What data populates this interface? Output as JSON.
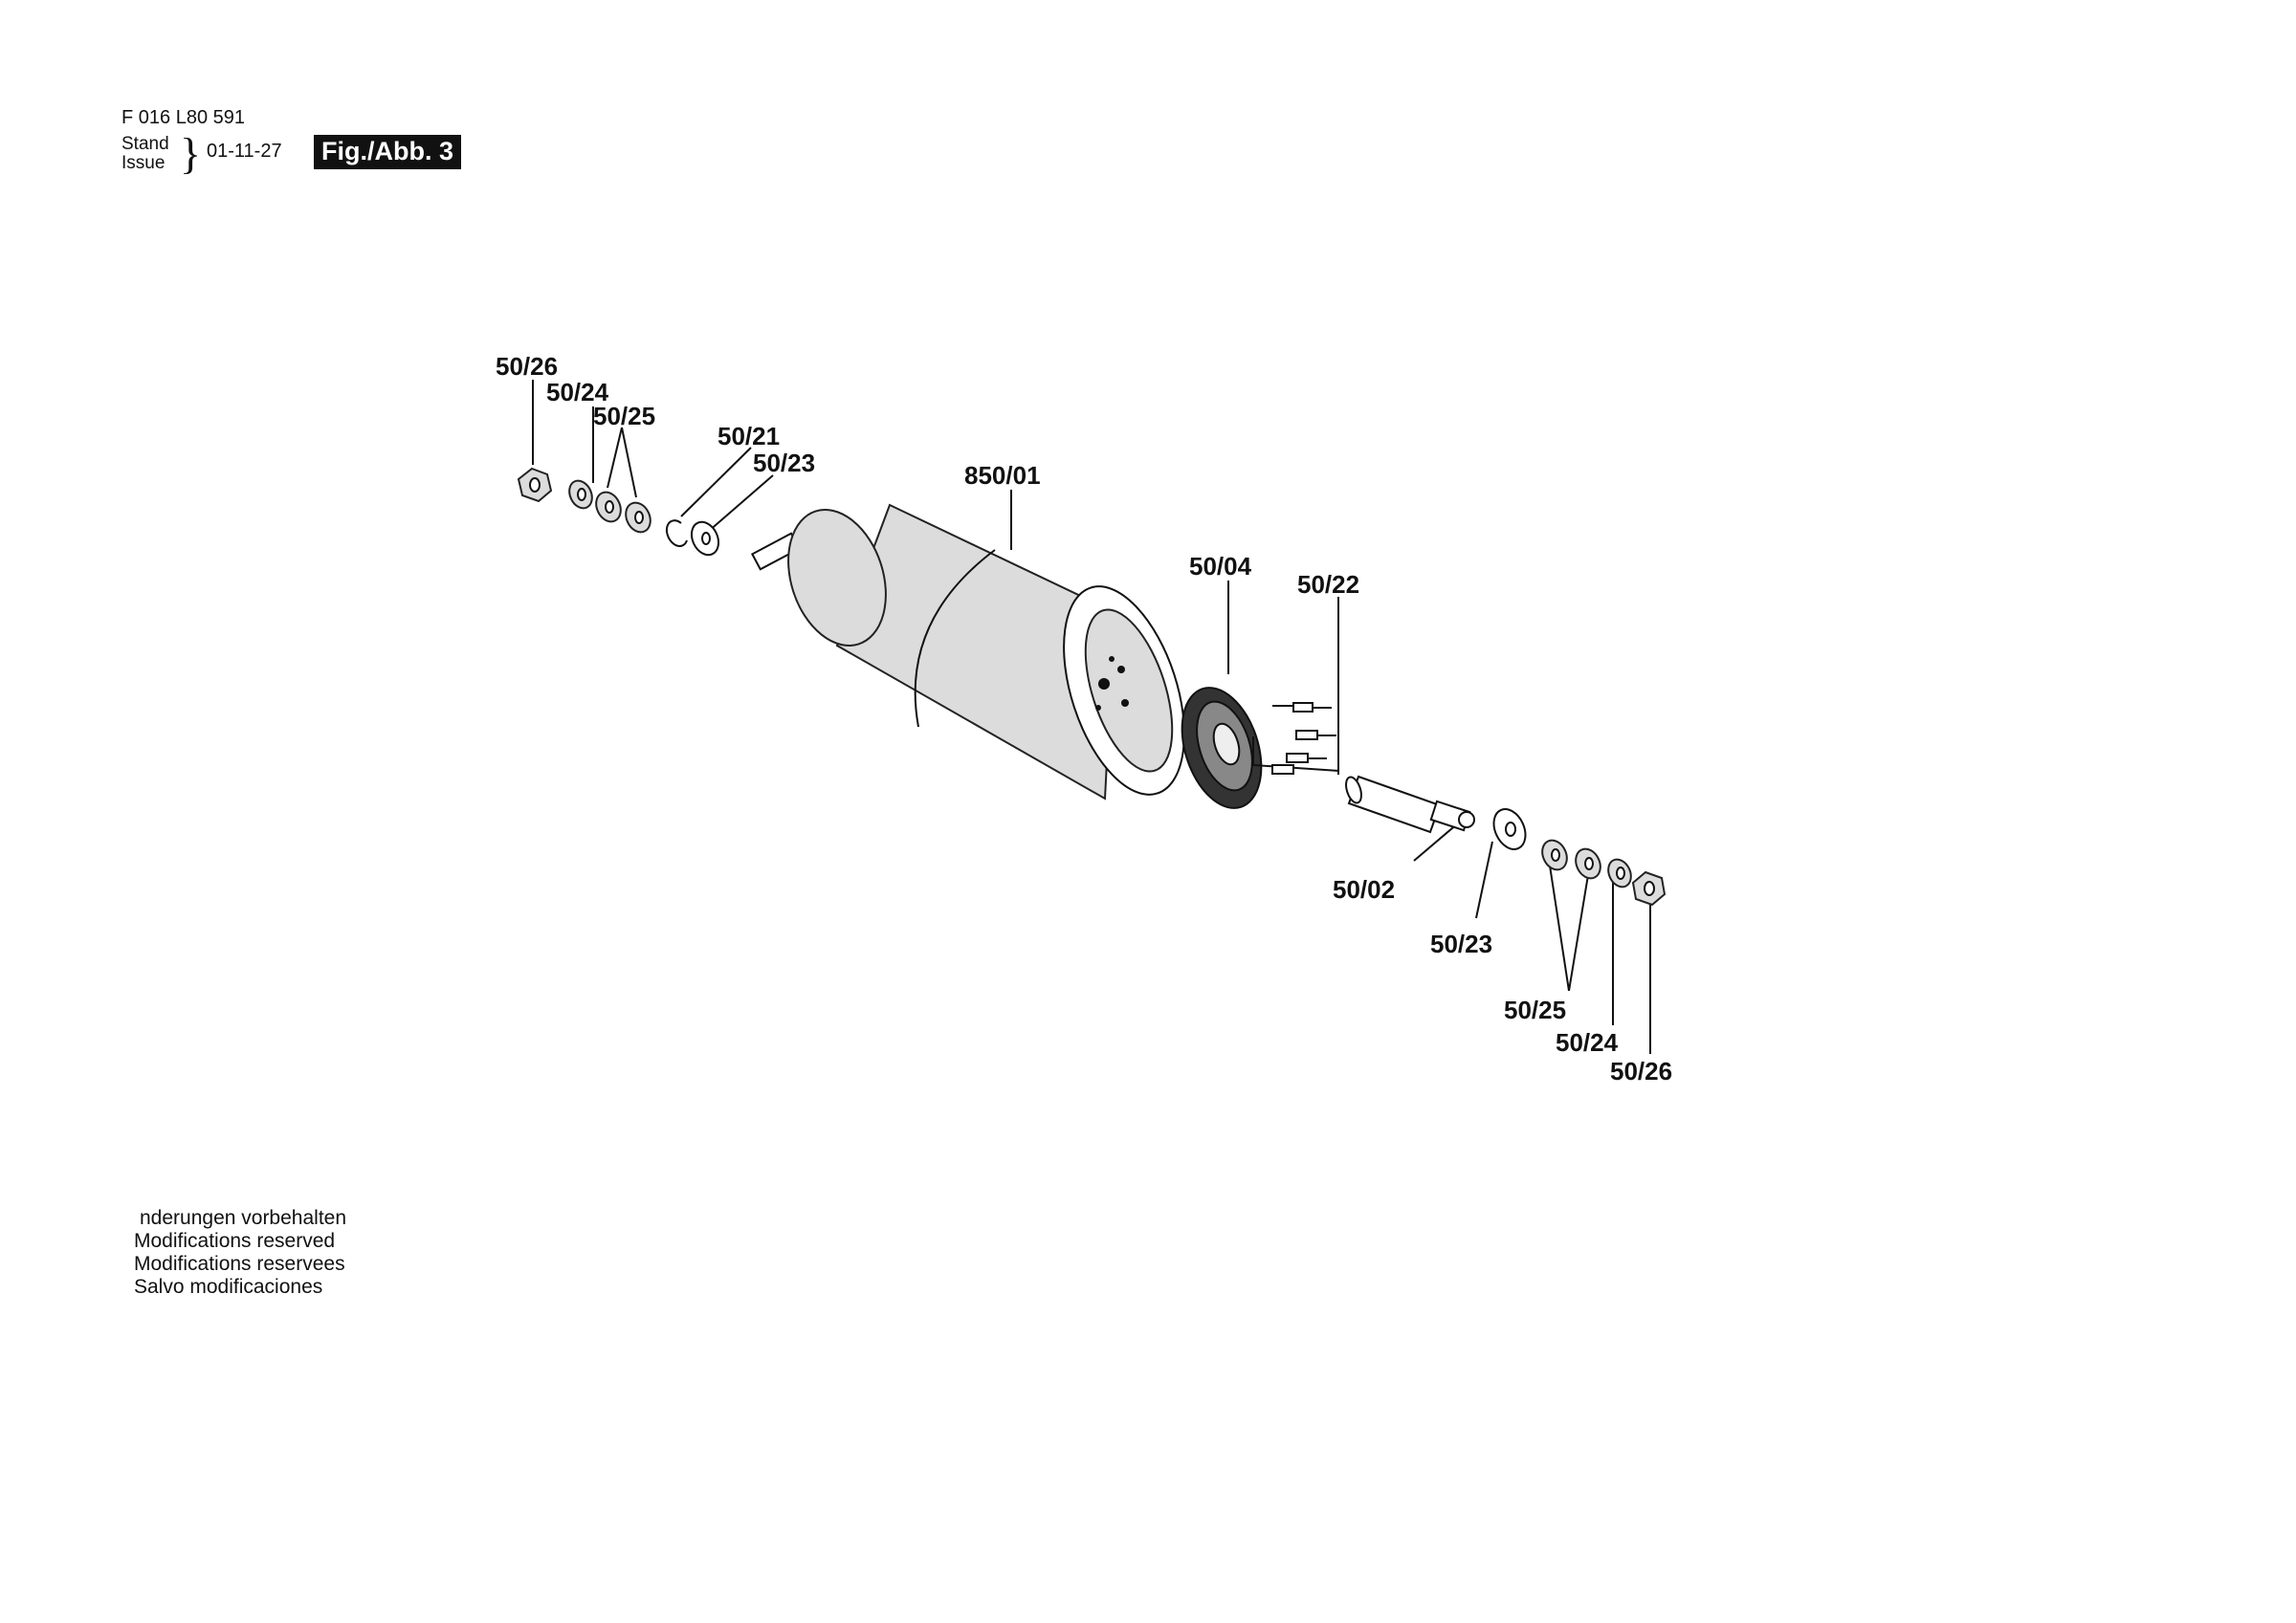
{
  "header": {
    "part_number": "F 016 L80 591",
    "stand_label": "Stand",
    "issue_label": "Issue",
    "brace": "}",
    "date": "01-11-27",
    "figure_label": "Fig./Abb. 3"
  },
  "diagram": {
    "labels": [
      "50/26",
      "50/24",
      "50/25",
      "50/21",
      "50/23",
      "850/01",
      "50/04",
      "50/22",
      "50/02",
      "50/23",
      "50/25",
      "50/24",
      "50/26"
    ]
  },
  "notes": [
    "nderungen vorbehalten",
    "Modifications reserved",
    "Modifications reservees",
    "Salvo modificaciones"
  ]
}
